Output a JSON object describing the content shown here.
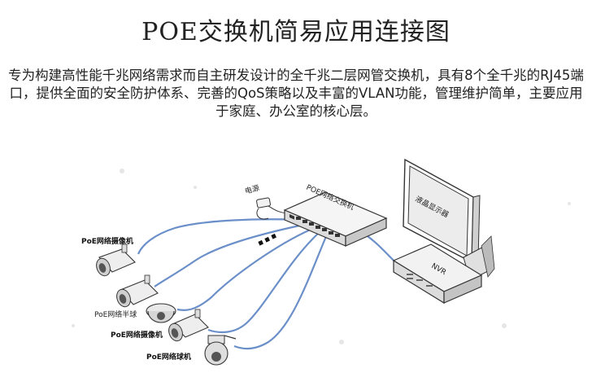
{
  "header": {
    "title": "POE交换机简易应用连接图",
    "description": "专为构建高性能千兆网络需求而自主研发设计的全千兆二层网管交换机，具有8个全千兆的RJ45端口，提供全面的安全防护体系、完善的QoS策略以及丰富的VLAN功能，管理维护简单，主要应用于家庭、办公室的核心层。"
  },
  "diagram": {
    "switch_label": "POE网络交换机",
    "power_label": "电源",
    "monitor_label": "液晶显示器",
    "nvr_label": "NVR",
    "devices": [
      {
        "label": "PoE网络摄像机"
      },
      {
        "label": "PoE网络半球"
      },
      {
        "label": "PoE网络摄像机"
      },
      {
        "label": "PoE网络球机"
      }
    ]
  },
  "colors": {
    "cable": "#6b8fc9",
    "line": "#333333"
  }
}
